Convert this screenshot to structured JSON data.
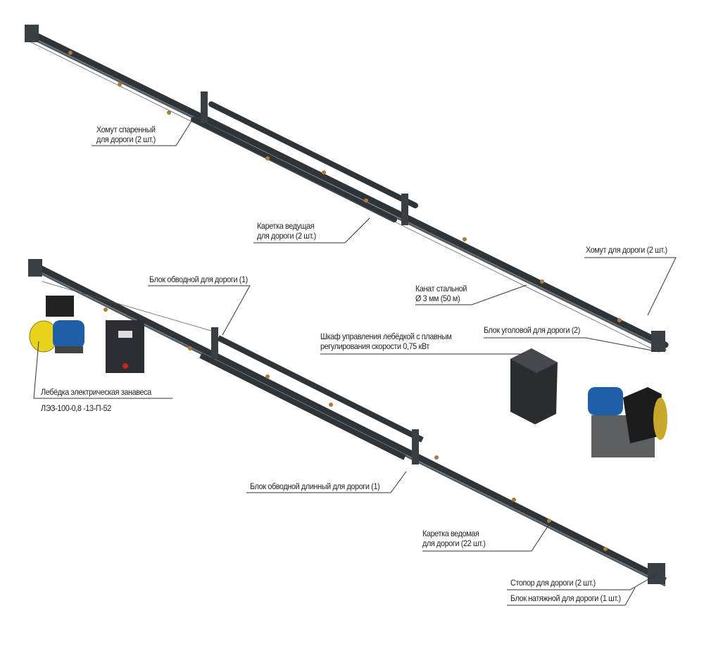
{
  "labels": {
    "clamp_paired": [
      "Хомут спаренный",
      "для дороги (2 шт.)"
    ],
    "lead_carriage": [
      "Каретка ведущая",
      "для дороги (2 шт.)"
    ],
    "clamp": "Хомут для дороги (2 шт.)",
    "cable": [
      "Канат стальной",
      "Ø 3 мм (50 м)"
    ],
    "corner_block": "Блок уголовой для дороги (2)",
    "control_cabinet": [
      "Шкаф управления лебёдкой с плавным",
      "регулирования скорости 0,75 кВт"
    ],
    "bypass_block": "Блок обводной для дороги (1)",
    "winch": [
      "Лебёдка электрическая занавеса",
      "ЛЭЗ-100-0,8 -13-П-52"
    ],
    "bypass_block_long": "Блок обводной длинный для дороги (1)",
    "driven_carriage": [
      "Каретка ведомая",
      "для дороги (22 шт.)"
    ],
    "stopper": "Стопор для дороги (2 шт.)",
    "tension_block": "Блок натяжной для дороги (1 шт.)"
  },
  "colors": {
    "rail": "#3a3f44",
    "carriage": "#a97b3c",
    "motor": "#1f5fa8",
    "drum": "#e8d21c",
    "leader": "#333333"
  }
}
